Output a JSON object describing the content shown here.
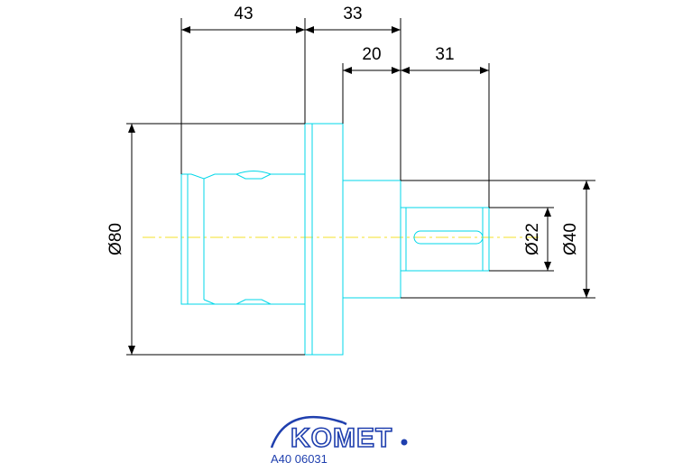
{
  "dimensions": {
    "len_a": "43",
    "len_b": "33",
    "len_c": "20",
    "len_d": "31",
    "dia_outer": "Ø80",
    "dia_shaft_small": "Ø22",
    "dia_shaft_large": "Ø40"
  },
  "logo": {
    "text": "KOMET"
  },
  "drawing_code": "A40 06031",
  "colors": {
    "outline": "#00d7e8",
    "centerline": "#f5e22a",
    "dimension": "#000000",
    "brand": "#1f3fae"
  }
}
